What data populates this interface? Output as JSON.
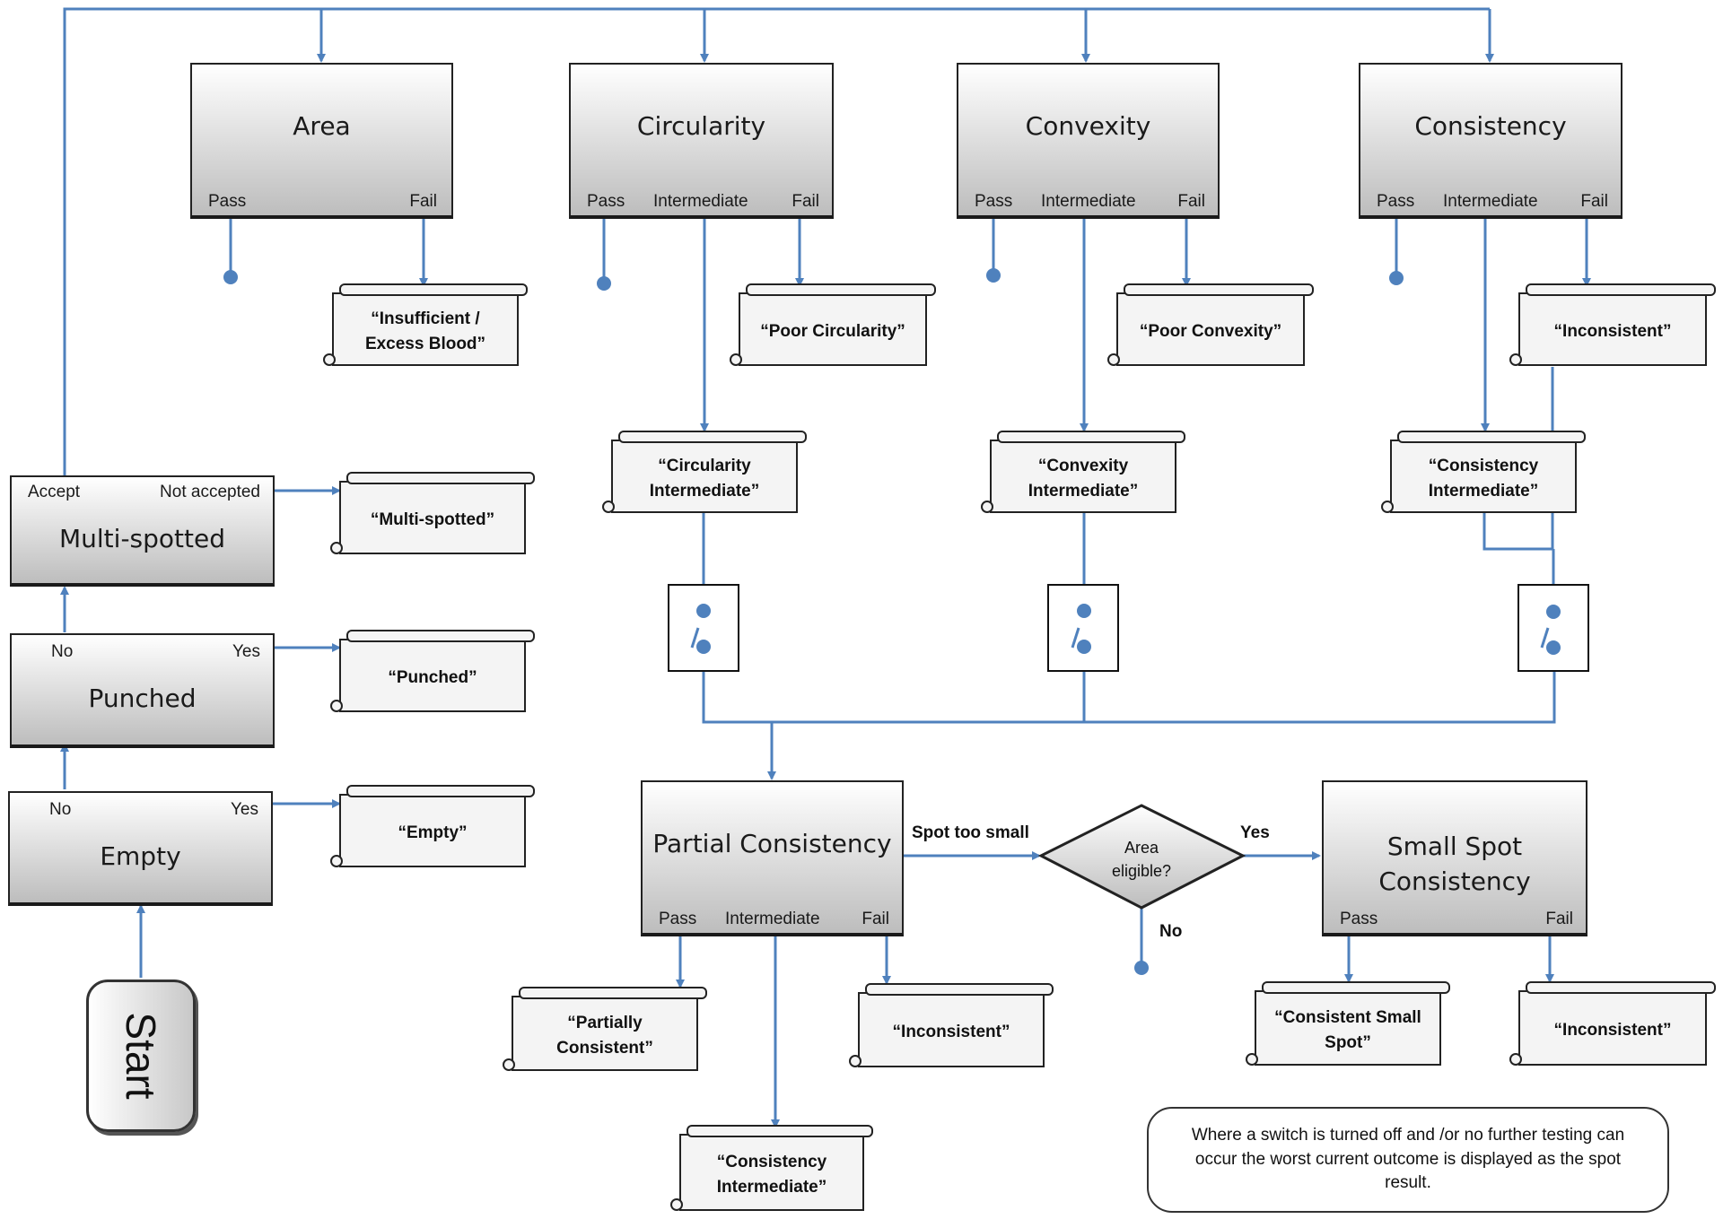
{
  "boxes": {
    "area": {
      "title": "Area",
      "pass": "Pass",
      "fail": "Fail"
    },
    "circularity": {
      "title": "Circularity",
      "pass": "Pass",
      "intermediate": "Intermediate",
      "fail": "Fail"
    },
    "convexity": {
      "title": "Convexity",
      "pass": "Pass",
      "intermediate": "Intermediate",
      "fail": "Fail"
    },
    "consistency": {
      "title": "Consistency",
      "pass": "Pass",
      "intermediate": "Intermediate",
      "fail": "Fail"
    },
    "multi_spotted": {
      "title": "Multi-spotted",
      "accept": "Accept",
      "not_accepted": "Not accepted"
    },
    "punched": {
      "title": "Punched",
      "no": "No",
      "yes": "Yes"
    },
    "empty": {
      "title": "Empty",
      "no": "No",
      "yes": "Yes"
    },
    "partial_consistency": {
      "title": "Partial Consistency",
      "pass": "Pass",
      "intermediate": "Intermediate",
      "fail": "Fail"
    },
    "small_spot": {
      "title": "Small Spot\nConsistency",
      "pass": "Pass",
      "fail": "Fail"
    }
  },
  "outcomes": {
    "insufficient_blood": "“Insufficient /\nExcess Blood”",
    "poor_circularity": "“Poor Circularity”",
    "poor_convexity": "“Poor Convexity”",
    "inconsistent_top": "“Inconsistent”",
    "circularity_intermediate": "“Circularity\nIntermediate”",
    "convexity_intermediate": "“Convexity\nIntermediate”",
    "consistency_intermediate_top": "“Consistency\nIntermediate”",
    "multi_spotted": "“Multi-spotted”",
    "punched": "“Punched”",
    "empty": "“Empty”",
    "partially_consistent": "“Partially\nConsistent”",
    "inconsistent_partial": "“Inconsistent”",
    "consistency_intermediate_bottom": "“Consistency\nIntermediate”",
    "consistent_small_spot": "“Consistent Small\nSpot”",
    "inconsistent_small": "“Inconsistent”"
  },
  "start_label": "Start",
  "decision": {
    "label": "Area\neligible?",
    "yes": "Yes",
    "no": "No",
    "entry": "Spot too small"
  },
  "note": "Where a switch is turned off and /or no further testing can occur the worst current outcome is displayed as the spot result.",
  "colors": {
    "connector": "#4f81bd",
    "box_border": "#222222"
  }
}
